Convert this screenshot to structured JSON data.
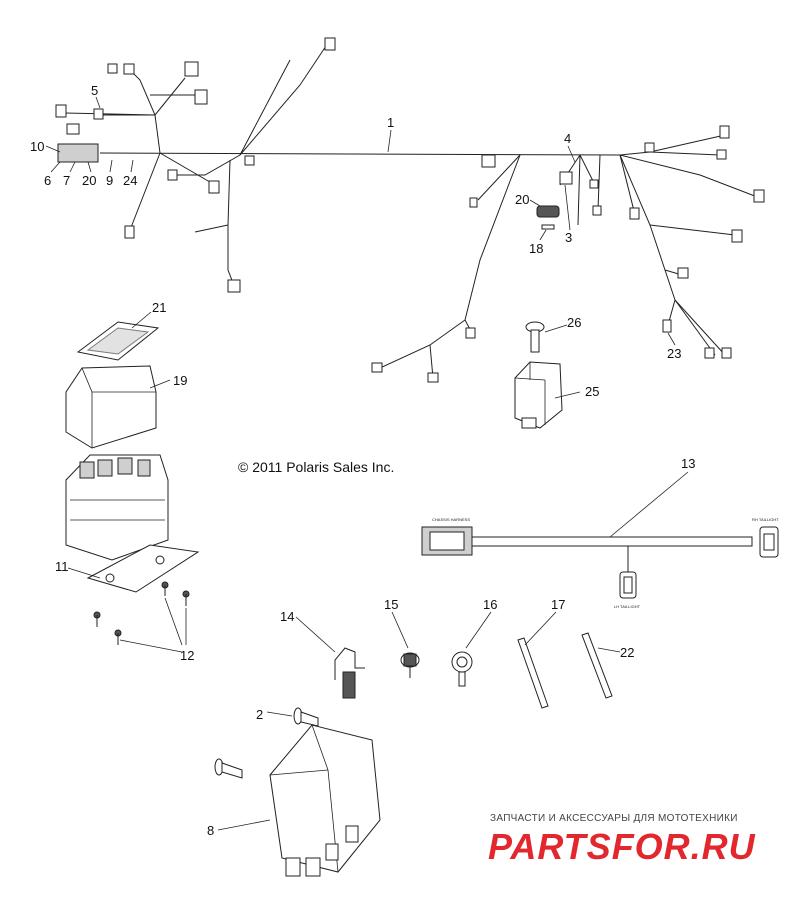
{
  "copyright": "© 2011 Polaris Sales Inc.",
  "watermark": {
    "top_text": "ЗАПЧАСТИ И АКСЕССУАРЫ ДЛЯ МОТОТЕХНИКИ",
    "logo_text": "PARTSFOR.RU",
    "logo_color": "#e2272e"
  },
  "callouts": [
    "1",
    "2",
    "3",
    "4",
    "5",
    "6",
    "7",
    "8",
    "9",
    "10",
    "11",
    "12",
    "13",
    "14",
    "15",
    "16",
    "17",
    "18",
    "19",
    "20",
    "20",
    "21",
    "22",
    "23",
    "24",
    "25",
    "26"
  ],
  "harness_13_labels": {
    "left": "CHASSIS HARNESS",
    "right": "RH TAILLIGHT",
    "bottom": "LH TAILLIGHT"
  }
}
